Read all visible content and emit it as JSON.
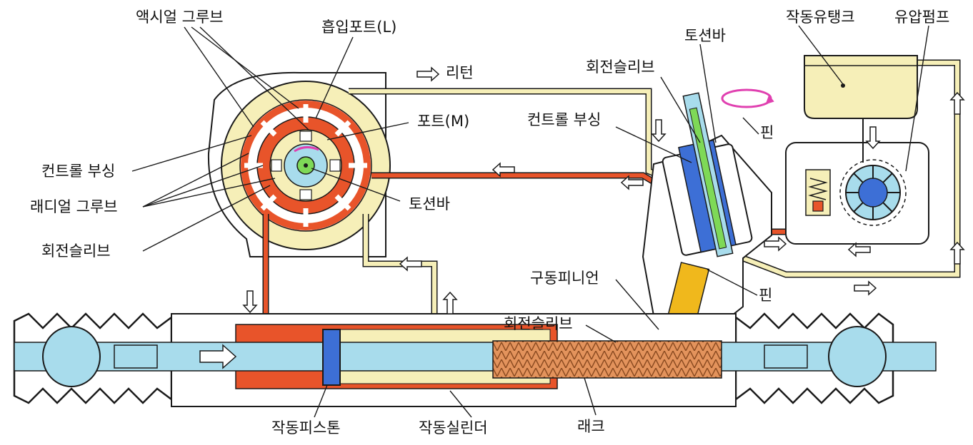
{
  "colors": {
    "pressure": "#e8542a",
    "return": "#f6efb8",
    "shaft": "#a8dcec",
    "sleeve": "#3d6fd6",
    "pinion": "#f0b81c",
    "rack": "#e3935c",
    "outline": "#1a1a1a",
    "housing": "#ffffff",
    "rotation": "#e040b0"
  },
  "labels": {
    "axial_groove": "액시얼 그루브",
    "suction_port": "흡입포트(L)",
    "torsion_bar_top": "토션바",
    "reservoir": "작동유탱크",
    "pump": "유압펌프",
    "rotary_sleeve_top": "회전슬리브",
    "return": "리턴",
    "port_m": "포트(M)",
    "control_housing_right": "컨트롤 부싱",
    "pin_top": "핀",
    "control_housing_left": "컨트롤 부싱",
    "radial_groove": "래디얼 그루브",
    "torsion_bar_center": "토션바",
    "rotary_sleeve_left": "회전슬리브",
    "drive_pinion": "구동피니언",
    "pin_bottom": "핀",
    "rotary_sleeve_mid": "회전슬리브",
    "power_piston": "작동피스톤",
    "power_cylinder": "작동실린더",
    "rack": "래크"
  }
}
